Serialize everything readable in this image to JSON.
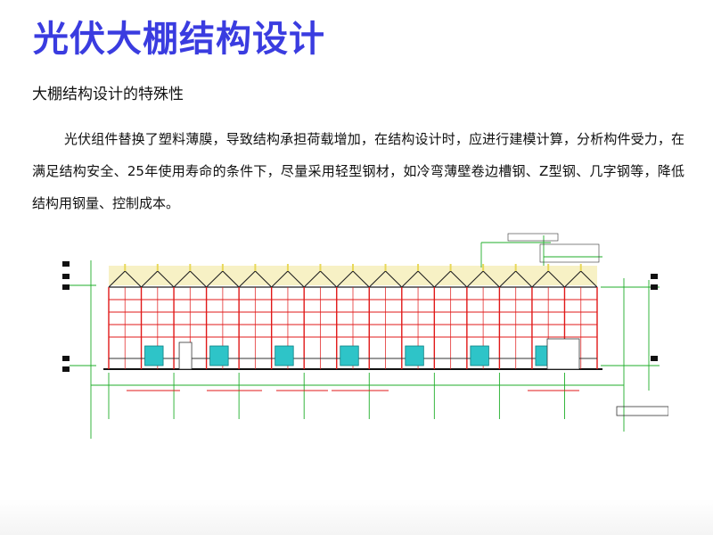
{
  "slide": {
    "title": "光伏大棚结构设计",
    "subtitle": "大棚结构设计的特殊性",
    "paragraph": "光伏组件替换了塑料薄膜，导致结构承担荷载增加，在结构设计时，应进行建模计算，分析构件受力，在满足结构安全、25年使用寿命的条件下，尽量采用轻型钢材，如冷弯薄壁卷边槽钢、Z型钢、几字钢等，降低结构用钢量、控制成本。"
  },
  "colors": {
    "title": "#3a3ce0",
    "frame_red": "#e01818",
    "panel_yellow": "#e8d85a",
    "dim_green": "#1fae2a",
    "window_cyan": "#2ec4c8"
  }
}
